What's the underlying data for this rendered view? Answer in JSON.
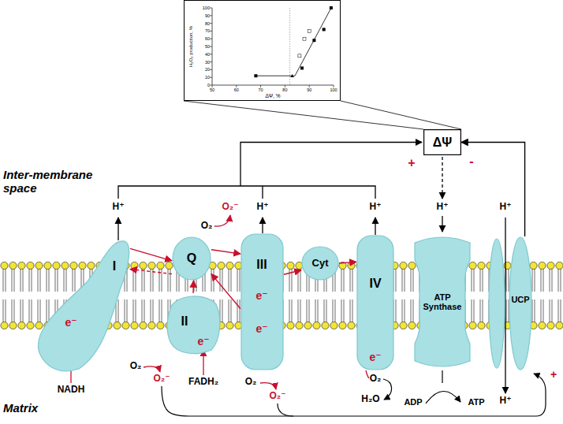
{
  "diagram": {
    "nodes": [
      {
        "text": [
          "ΔΨ"
        ]
      },
      {
        "text": [
          "I",
          "e⁻"
        ]
      },
      {
        "text": [
          "Q"
        ]
      },
      {
        "text": [
          "II",
          "e⁻"
        ]
      },
      {
        "text": [
          "III",
          "e⁻",
          "e⁻"
        ]
      },
      {
        "text": [
          "Cyt"
        ]
      },
      {
        "text": [
          "IV",
          "e⁻"
        ]
      },
      {
        "text": [
          "ATP Synthase"
        ]
      },
      {
        "text": [
          "UCP"
        ]
      },
      {
        "text": [
          "H₂O₂ production, %",
          "ΔΨ, %"
        ]
      }
    ],
    "edges": [
      {
        "from": 1,
        "to": 2,
        "arrow": "to"
      },
      {
        "from": 2,
        "to": 1,
        "arrow": "to"
      },
      {
        "from": 3,
        "to": 2,
        "arrow": "to"
      },
      {
        "from": 2,
        "to": 4,
        "arrow": "to"
      },
      {
        "from": 4,
        "to": 2,
        "arrow": "to"
      },
      {
        "from": 4,
        "to": 5,
        "arrow": "to"
      },
      {
        "from": 5,
        "to": 6,
        "arrow": "to"
      },
      {
        "from": 9,
        "to": 0,
        "arrow": "none"
      },
      {
        "from": 8,
        "to": 0,
        "arrow": "to"
      }
    ],
    "labels": [
      "Inter-membrane space",
      "Matrix",
      "H⁺",
      "H⁺",
      "H⁺",
      "H⁺",
      "H⁺",
      "H⁺",
      "+",
      "-",
      "O₂",
      "O₂⁻",
      "O₂",
      "O₂⁻",
      "NADH",
      "FADH₂",
      "O₂",
      "O₂⁻",
      "O₂",
      "H₂O",
      "ADP",
      "ATP",
      "+",
      "0",
      "10",
      "20",
      "30",
      "40",
      "50",
      "60",
      "70",
      "80",
      "90",
      "100",
      "50",
      "60",
      "70",
      "80",
      "90",
      "100"
    ]
  }
}
